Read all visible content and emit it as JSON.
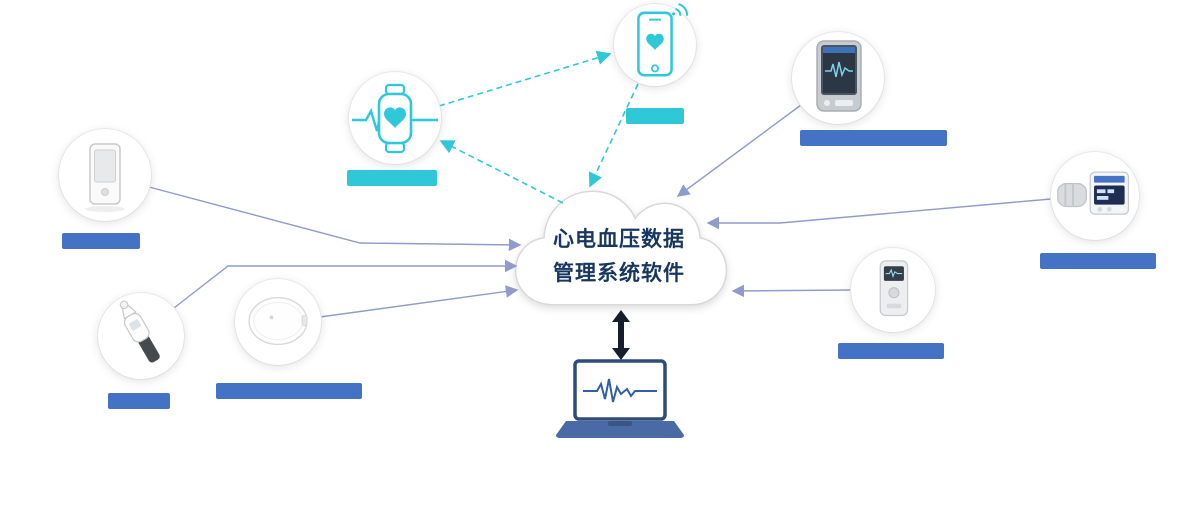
{
  "cloud": {
    "line1": "心电血压数据",
    "line2": "管理系统软件"
  },
  "nodes": [
    {
      "id": "smartwatch",
      "label_text": "",
      "label_color": "#2fc8d8"
    },
    {
      "id": "smartphone-app",
      "label_text": "",
      "label_color": "#2fc8d8"
    },
    {
      "id": "handheld-device",
      "label_text": "",
      "label_color": "#4472c4"
    },
    {
      "id": "ear-thermometer",
      "label_text": "",
      "label_color": "#4472c4"
    },
    {
      "id": "patch-sensor",
      "label_text": "",
      "label_color": "#4472c4"
    },
    {
      "id": "ecg-monitor",
      "label_text": "",
      "label_color": "#4472c4"
    },
    {
      "id": "bp-monitor",
      "label_text": "",
      "label_color": "#4472c4"
    },
    {
      "id": "holter-recorder",
      "label_text": "",
      "label_color": "#4472c4"
    },
    {
      "id": "pc-software",
      "label_text": "",
      "label_color": ""
    }
  ],
  "connections": [
    {
      "from": "handheld-device",
      "to": "cloud",
      "style": "solid"
    },
    {
      "from": "ear-thermometer",
      "to": "cloud",
      "style": "solid"
    },
    {
      "from": "patch-sensor",
      "to": "cloud",
      "style": "solid"
    },
    {
      "from": "ecg-monitor",
      "to": "cloud",
      "style": "solid"
    },
    {
      "from": "bp-monitor",
      "to": "cloud",
      "style": "solid"
    },
    {
      "from": "holter-recorder",
      "to": "cloud",
      "style": "solid"
    },
    {
      "from": "cloud",
      "to": "smartwatch",
      "style": "dashed"
    },
    {
      "from": "smartwatch",
      "to": "smartphone-app",
      "style": "dashed"
    },
    {
      "from": "smartphone-app",
      "to": "cloud",
      "style": "dashed"
    },
    {
      "from": "cloud",
      "to": "pc-software",
      "style": "bidirectional"
    }
  ],
  "colors": {
    "accent_cyan": "#2fc8d8",
    "accent_blue": "#4472c4",
    "connector": "#8f9cc9",
    "cloud_text": "#17375e",
    "cloud_border": "#d9d9d9",
    "double_arrow": "#141e2c"
  }
}
